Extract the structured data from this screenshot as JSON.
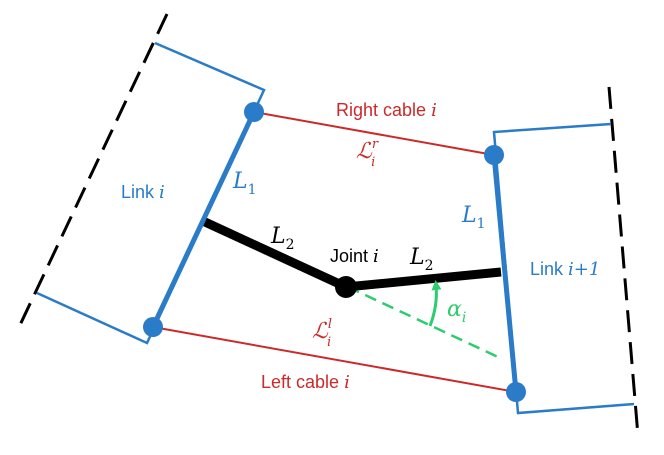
{
  "colors": {
    "link": "#2a7bc8",
    "cable": "#cc2a2a",
    "bar": "#000000",
    "angle": "#2ecc71",
    "dashed_axis": "#000000",
    "background": "#ffffff"
  },
  "labels": {
    "link_left": "Link",
    "link_left_index": "i",
    "link_right": "Link",
    "link_right_index": "i+1",
    "right_cable": "Right cable",
    "right_cable_index": "i",
    "right_cable_symbol": "ℒ",
    "right_cable_sup": "r",
    "right_cable_sub": "i",
    "left_cable": "Left cable",
    "left_cable_index": "i",
    "left_cable_symbol": "ℒ",
    "left_cable_sup": "l",
    "left_cable_sub": "i",
    "joint": "Joint",
    "joint_index": "i",
    "l1_left": "L",
    "l1_left_sub": "1",
    "l1_right": "L",
    "l1_right_sub": "1",
    "l2_left": "L",
    "l2_left_sub": "2",
    "l2_right": "L",
    "l2_right_sub": "2",
    "alpha": "α",
    "alpha_sub": "i"
  }
}
